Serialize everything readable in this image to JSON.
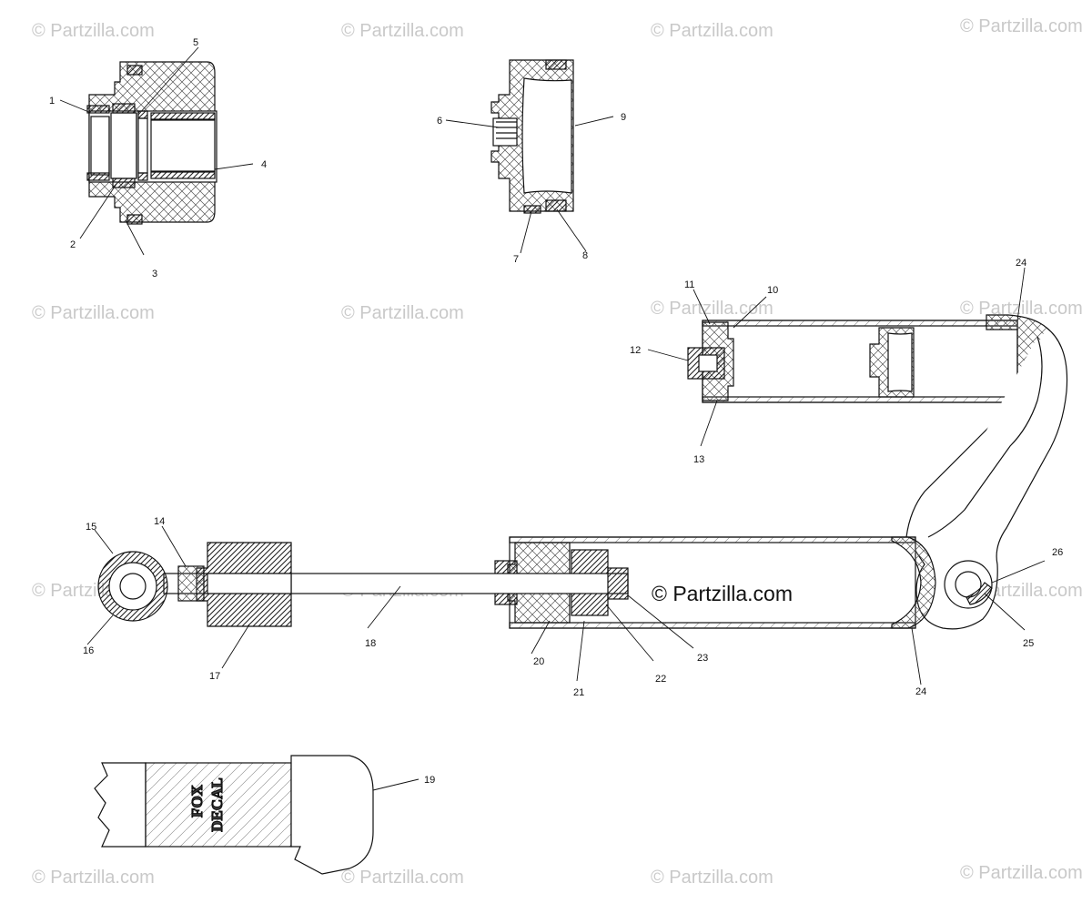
{
  "diagram": {
    "callouts": [
      "1",
      "2",
      "3",
      "4",
      "5",
      "6",
      "7",
      "8",
      "9",
      "10",
      "11",
      "12",
      "13",
      "14",
      "15",
      "16",
      "17",
      "18",
      "19",
      "20",
      "21",
      "22",
      "23",
      "24",
      "24",
      "25",
      "26"
    ],
    "decal_text": [
      "FOX",
      "DECAL"
    ],
    "watermark": "© Partzilla.com",
    "watermark_main": "© Partzilla.com"
  }
}
